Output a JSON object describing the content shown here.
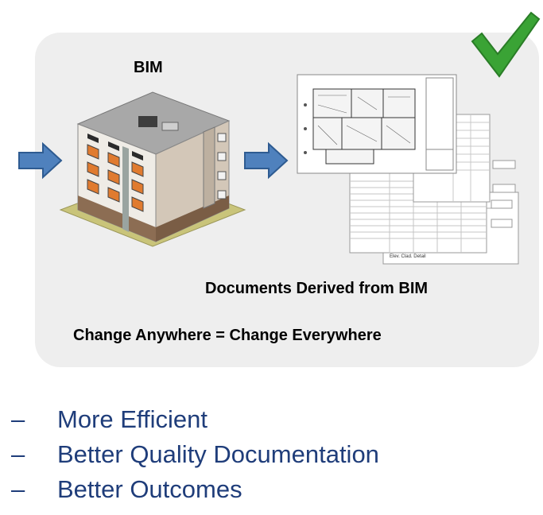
{
  "diagram": {
    "bim_label": "BIM",
    "documents_caption": "Documents Derived from BIM",
    "change_caption": "Change Anywhere = Change Everywhere",
    "icons": [
      "arrow-right-icon",
      "building-icon",
      "drawing-sheets-icon",
      "checkmark-icon"
    ],
    "colors": {
      "arrow": "#4f81bd",
      "checkmark": "#3aa335",
      "bullet_text": "#1f3d7a"
    }
  },
  "bullets": [
    {
      "dash": "–",
      "text": "More Efficient"
    },
    {
      "dash": "–",
      "text": "Better Quality Documentation"
    },
    {
      "dash": "–",
      "text": "Better Outcomes"
    }
  ]
}
